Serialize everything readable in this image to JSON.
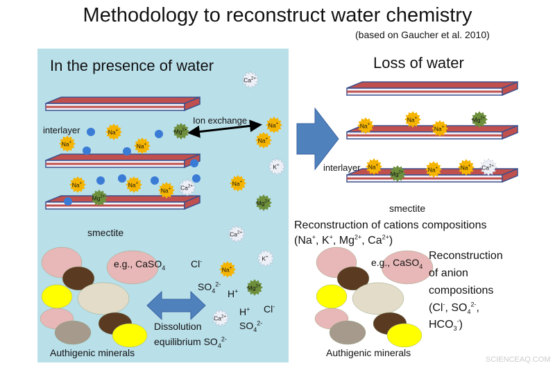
{
  "header": {
    "title": "Methodology to reconstruct water chemistry",
    "subtitle": "(based on Gaucher et al. 2010)"
  },
  "left": {
    "heading": "In the presence of water",
    "interlayer": "interlayer",
    "ion_exchange": "Ion exchange",
    "smectite": "smectite",
    "mineral_example": "e.g., CaSO",
    "mineral_example_sub": "4",
    "authigenic": "Authigenic minerals",
    "dissolution": "Dissolution",
    "equilibrium": "equilibrium SO",
    "equilibrium_sub": "4",
    "equilibrium_sup": "2-"
  },
  "solution_ions": {
    "cl1": "Cl",
    "cl1_sup": "-",
    "so4a": "SO",
    "so4a_sub": "4",
    "so4a_sup": "2-",
    "h1": "H",
    "h1_sup": "+",
    "h2": "H",
    "h2_sup": "+",
    "cl2": "Cl",
    "cl2_sup": "-",
    "so4b": "SO",
    "so4b_sub": "4",
    "so4b_sup": "2-"
  },
  "right": {
    "heading": "Loss of water",
    "interlayer": "interlayer",
    "smectite": "smectite",
    "cation_line1": "Reconstruction of cations compositions",
    "cation_line2_parts": [
      "(Na",
      "+",
      ", K",
      "+",
      ", Mg",
      "2+",
      ", Ca",
      "2+",
      ")"
    ],
    "mineral_example": "e.g., CaSO",
    "mineral_example_sub": "4",
    "anion_lines": [
      "Reconstruction",
      "of anion",
      "compositions"
    ],
    "anion_line4": [
      "(Cl",
      "-",
      ", SO",
      "4",
      "2-",
      ","
    ],
    "anion_line5": [
      "HCO",
      "3",
      "-",
      ")"
    ],
    "authigenic": "Authigenic minerals"
  },
  "ions": {
    "na": "Na",
    "na_sup": "+",
    "mg": "Mg",
    "mg_sup": "2+",
    "k": "K",
    "k_sup": "+",
    "ca": "Ca",
    "ca_sup": "2+"
  },
  "colors": {
    "panel": "#b9dfe9",
    "clay_red": "#c0504d",
    "clay_border": "#3b4f8c",
    "clay_white": "#f4f4fb",
    "arrow_blue": "#4f81bd",
    "dot_blue": "#3a7bd5",
    "na_ion": "#f5b400",
    "mg_ion": "#6e8f3c",
    "k_ion": "#eef0f7",
    "ca_ion": "#eef0f7",
    "mineral_pink": "#e8b7b7",
    "mineral_brown": "#5b3a22",
    "mineral_yellow": "#ffff00",
    "mineral_beige": "#e3dcc8",
    "mineral_gray": "#a59a8c"
  },
  "watermark": "SCIENCEAQ.COM"
}
